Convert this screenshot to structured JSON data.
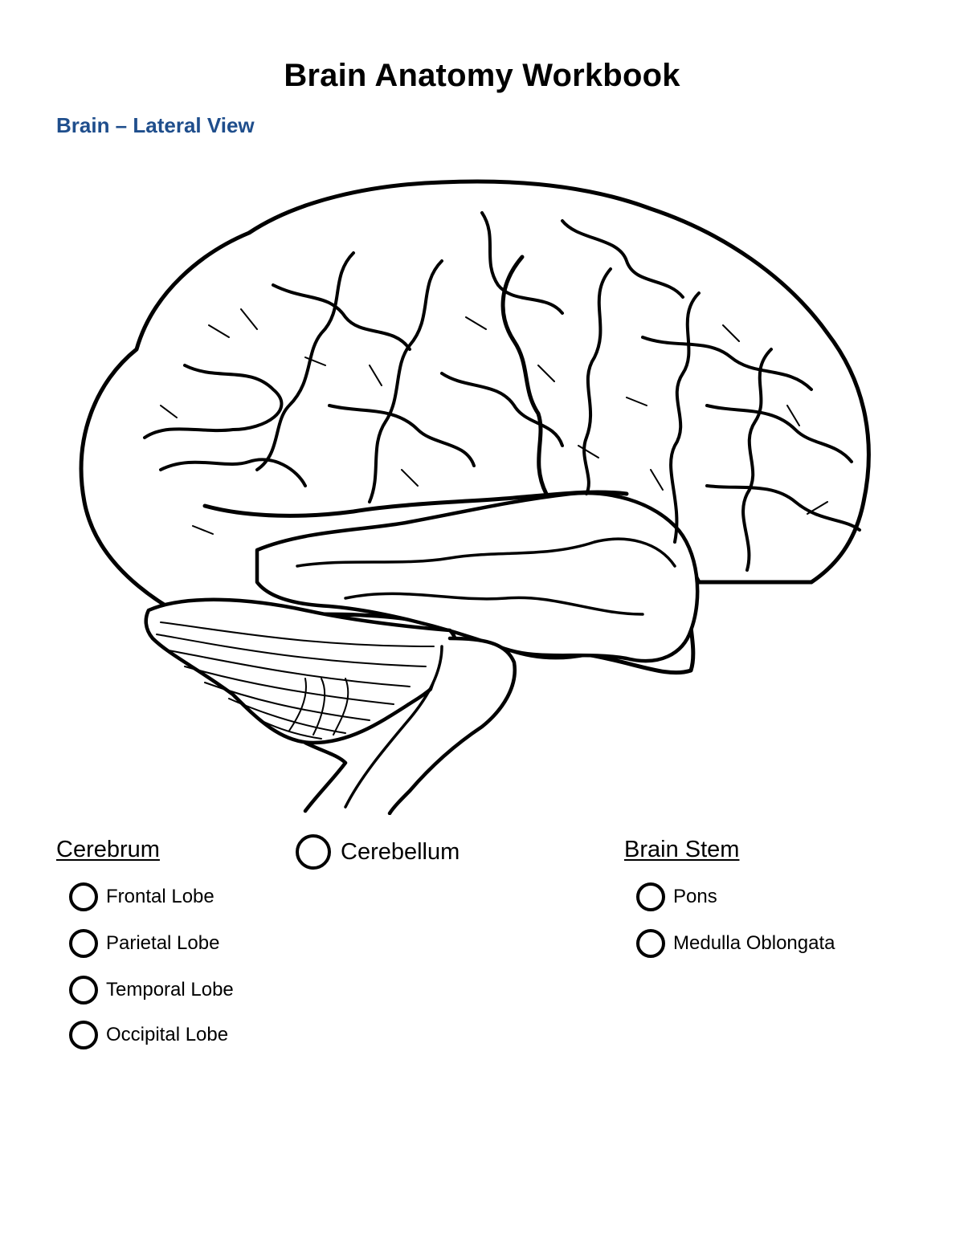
{
  "title": "Brain Anatomy Workbook",
  "subtitle": "Brain – Lateral View",
  "accent_color": "#1f4e8c",
  "figure": {
    "icon": "brain-lateral-view-illustration"
  },
  "cerebrum": {
    "heading": "Cerebrum",
    "items": [
      "Frontal Lobe",
      "Parietal Lobe",
      "Temporal Lobe",
      "Occipital Lobe"
    ]
  },
  "cerebellum": {
    "label": "Cerebellum"
  },
  "brain_stem": {
    "heading": "Brain Stem",
    "items": [
      "Pons",
      "Medulla Oblongata"
    ]
  }
}
